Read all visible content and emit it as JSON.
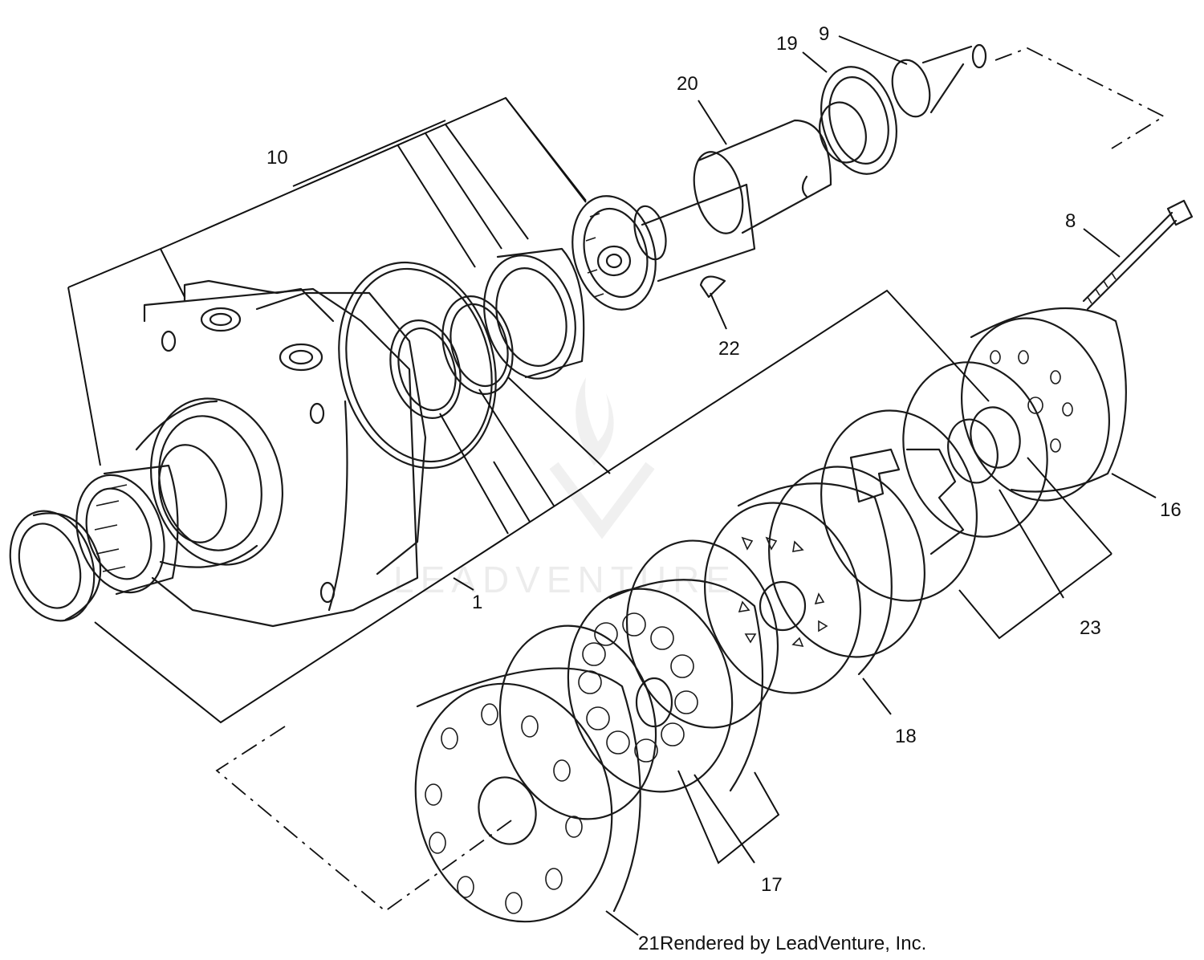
{
  "callouts": {
    "c1": "1",
    "c8": "8",
    "c9": "9",
    "c10": "10",
    "c16": "16",
    "c17": "17",
    "c18": "18",
    "c19": "19",
    "c20": "20",
    "c21": "21",
    "c22": "22",
    "c23": "23"
  },
  "footer": "Rendered by LeadVenture, Inc.",
  "watermark": "LEADVENTURE",
  "colors": {
    "line": "#1a1a1a",
    "background": "#ffffff"
  }
}
